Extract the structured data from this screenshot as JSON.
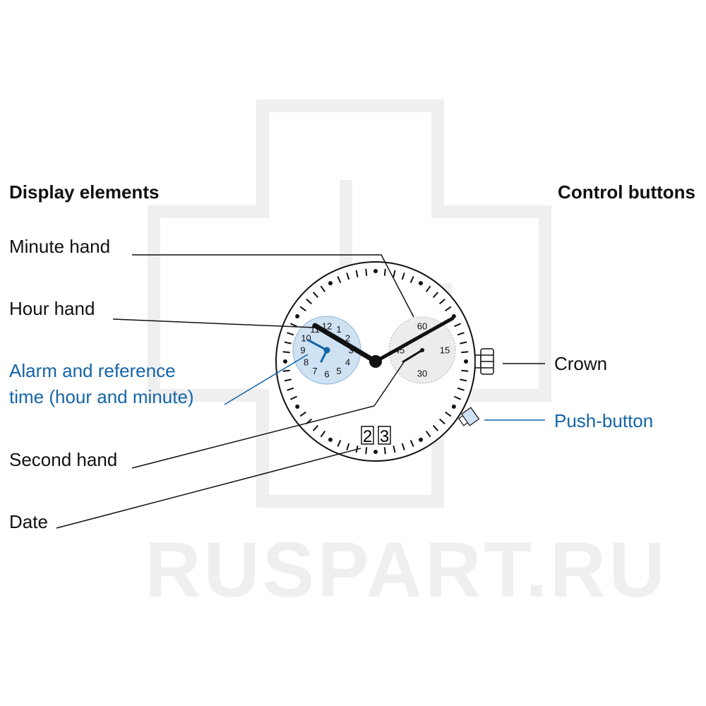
{
  "headers": {
    "left": "Display elements",
    "right": "Control buttons"
  },
  "labels": {
    "minute_hand": "Minute hand",
    "hour_hand": "Hour hand",
    "alarm_line1": "Alarm and reference",
    "alarm_line2": "time (hour and minute)",
    "second_hand": "Second hand",
    "date": "Date",
    "crown": "Crown",
    "push_button": "Push-button"
  },
  "left_subdial_numbers": [
    "12",
    "1",
    "2",
    "3",
    "4",
    "5",
    "6",
    "7",
    "8",
    "9",
    "10",
    "11"
  ],
  "right_subdial_numbers": {
    "top": "60",
    "right": "15",
    "bottom": "30",
    "left": "45"
  },
  "date_digits": [
    "2",
    "3"
  ],
  "watermark": "RUSPART.RU",
  "colors": {
    "accent_blue": "#1565a8",
    "subdial_blue": "#cfe2f3",
    "subdial_gray": "#ececec",
    "watermark": "#efefef"
  }
}
